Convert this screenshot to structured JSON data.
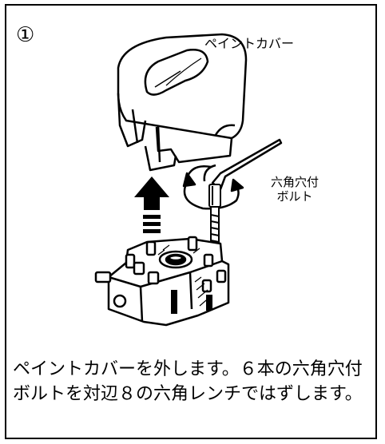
{
  "step": {
    "number": "①"
  },
  "labels": {
    "cover": "ペイントカバー",
    "bolt_line1": "六角穴付",
    "bolt_line2": "ボルト"
  },
  "caption": "ペイントカバーを外します。６本の六角穴付ボルトを対辺８の六角レンチではずします。"
}
